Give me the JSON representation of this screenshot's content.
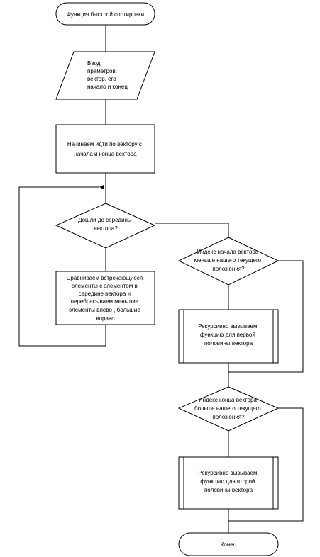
{
  "start": {
    "label": "Функция быстрой сортировки"
  },
  "input": {
    "lines": [
      "Ввод",
      "праметров:",
      "вектор, его",
      "начало и конец"
    ]
  },
  "process_start": {
    "lines": [
      "Начинаем идти по вектору с",
      "начала и конца вектора"
    ]
  },
  "decision_middle": {
    "lines": [
      "Дошли до середины",
      "вектора?"
    ]
  },
  "process_compare": {
    "lines": [
      "Сравниваем встречающиеся",
      "элементы с элементом в",
      "середине вектора и",
      "перебрасываем меньшие",
      "элементы влево , большие",
      "вправо"
    ]
  },
  "decision_left": {
    "lines": [
      "Индекс начала вектора",
      "меньше нашего текущего",
      "положения?"
    ]
  },
  "subprocess_left": {
    "lines": [
      "Рекурсивно вызываем",
      "функцию для первой",
      "половины вектора"
    ]
  },
  "decision_right": {
    "lines": [
      "Индекс конца вектора",
      "больше нашего текущего",
      "положения?"
    ]
  },
  "subprocess_right": {
    "lines": [
      "Рекурсивно вызываем",
      "функцию для второй",
      "половины вектора"
    ]
  },
  "end": {
    "label": "Конец"
  }
}
